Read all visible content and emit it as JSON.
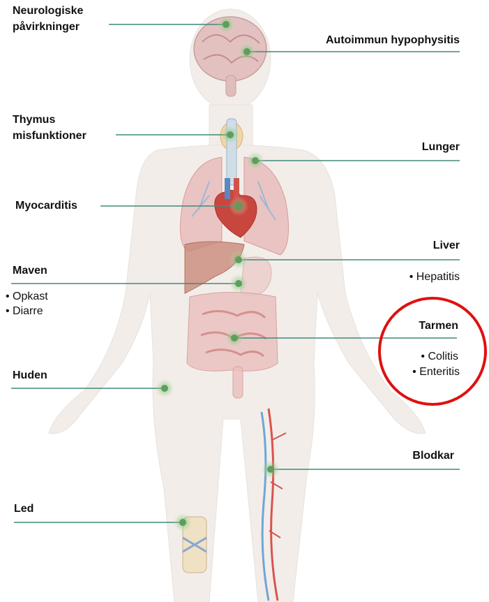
{
  "labels": {
    "neuro_line1": "Neurologiske",
    "neuro_line2": "påvirkninger",
    "hypophysitis": "Autoimmun hypophysitis",
    "thymus_line1": "Thymus",
    "thymus_line2": "misfunktioner",
    "lunger": "Lunger",
    "myocarditis": "Myocarditis",
    "liver": "Liver",
    "maven": "Maven",
    "tarmen": "Tarmen",
    "huden": "Huden",
    "blodkar": "Blodkar",
    "led": "Led"
  },
  "bullets": {
    "liver": [
      "• Hepatitis"
    ],
    "maven": [
      "• Opkast",
      "• Diarre"
    ],
    "tarmen": [
      "• Colitis",
      "• Enteritis"
    ]
  },
  "colors": {
    "leader_line": "#3f8a7a",
    "marker": "#5aa05c",
    "highlight_circle": "#e01010",
    "body_silhouette": "#f1ece8",
    "organ_red": "#d98f8a",
    "vessel_red": "#d9534f",
    "vessel_blue": "#6fa6d6"
  }
}
